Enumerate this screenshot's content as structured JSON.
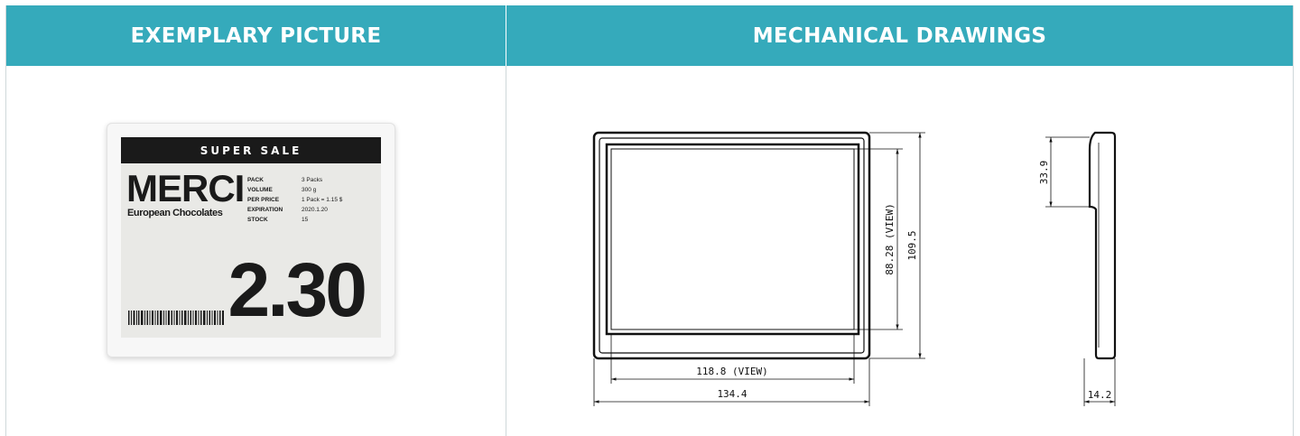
{
  "header": {
    "left_title": "EXEMPLARY PICTURE",
    "right_title": "MECHANICAL DRAWINGS"
  },
  "label": {
    "sale_banner": "SUPER SALE",
    "brand": "MERCI",
    "sub_brand": "European Chocolates",
    "specs": [
      {
        "key": "PACK",
        "value": "3 Packs"
      },
      {
        "key": "VOLUME",
        "value": "300 g"
      },
      {
        "key": "PER PRICE",
        "value": "1 Pack = 1.15 $"
      },
      {
        "key": "EXPIRATION",
        "value": "2020.1.20"
      },
      {
        "key": "STOCK",
        "value": "15"
      }
    ],
    "price": "2.30"
  },
  "drawing": {
    "dim_view_width": "118.8 (VIEW)",
    "dim_total_width": "134.4",
    "dim_view_height": "88.28 (VIEW)",
    "dim_total_height": "109.5",
    "dim_side_top": "33.9",
    "dim_side_depth": "14.2"
  },
  "colors": {
    "header_bg": "#35aabb",
    "header_text": "#ffffff"
  }
}
